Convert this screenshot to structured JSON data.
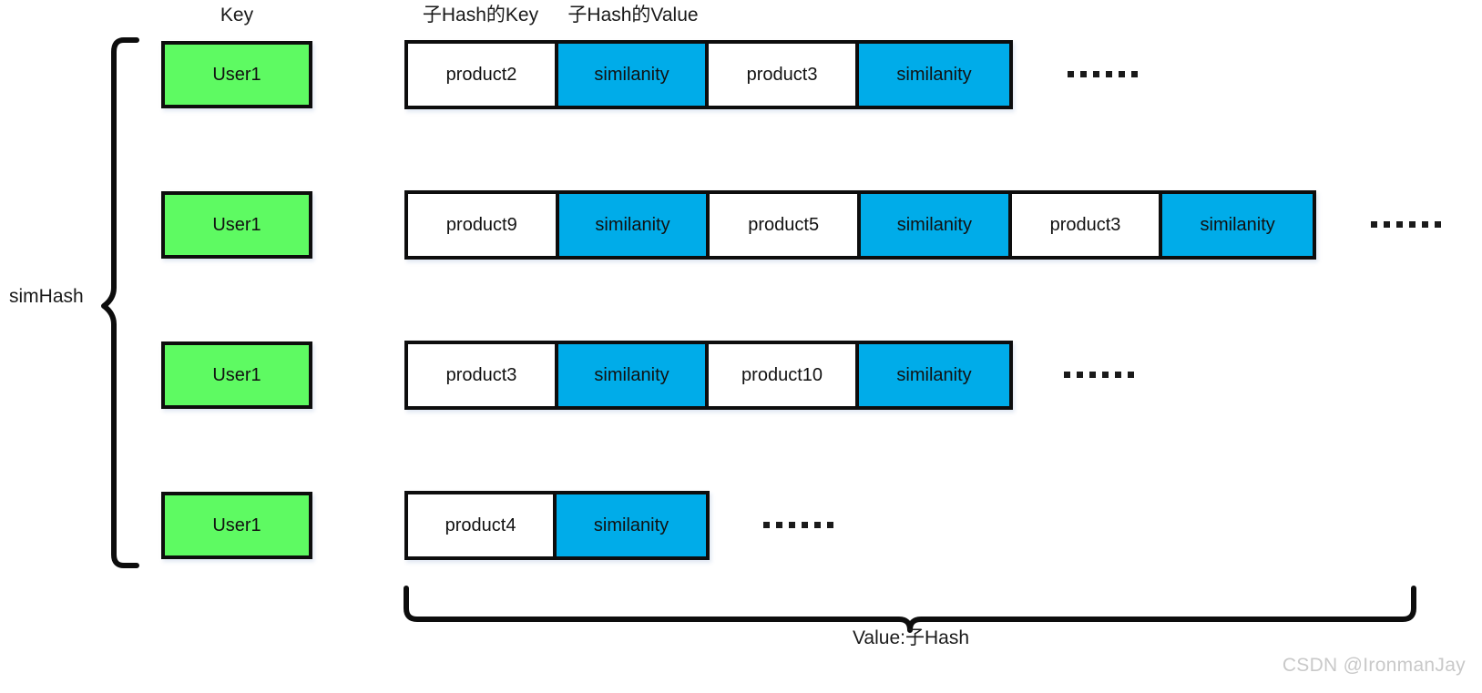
{
  "diagram": {
    "title_labels": {
      "key_column": "Key",
      "sub_hash_key_column": "子Hash的Key",
      "sub_hash_value_column": "子Hash的Value"
    },
    "left_brace_label": "simHash",
    "bottom_brace_label": "Value:子Hash",
    "ellipsis": "……",
    "colors": {
      "key_box_fill": "#5EFA62",
      "value_cell_fill": "#00ACE9",
      "key_cell_fill": "#FFFFFF",
      "border": "#0D0D0D",
      "watermark": "#C9C9C9"
    },
    "rows": [
      {
        "key": "User1",
        "cells": [
          {
            "type": "key",
            "label": "product2"
          },
          {
            "type": "value",
            "label": "similanity"
          },
          {
            "type": "key",
            "label": "product3"
          },
          {
            "type": "value",
            "label": "similanity"
          }
        ],
        "has_trailing_ellipsis": true
      },
      {
        "key": "User1",
        "cells": [
          {
            "type": "key",
            "label": "product9"
          },
          {
            "type": "value",
            "label": "similanity"
          },
          {
            "type": "key",
            "label": "product5"
          },
          {
            "type": "value",
            "label": "similanity"
          },
          {
            "type": "key",
            "label": "product3"
          },
          {
            "type": "value",
            "label": "similanity"
          }
        ],
        "has_trailing_ellipsis": true
      },
      {
        "key": "User1",
        "cells": [
          {
            "type": "key",
            "label": "product3"
          },
          {
            "type": "value",
            "label": "similanity"
          },
          {
            "type": "key",
            "label": "product10"
          },
          {
            "type": "value",
            "label": "similanity"
          }
        ],
        "has_trailing_ellipsis": true
      },
      {
        "key": "User1",
        "cells": [
          {
            "type": "key",
            "label": "product4"
          },
          {
            "type": "value",
            "label": "similanity"
          }
        ],
        "has_trailing_ellipsis": true
      }
    ]
  },
  "watermark": "CSDN @IronmanJay"
}
